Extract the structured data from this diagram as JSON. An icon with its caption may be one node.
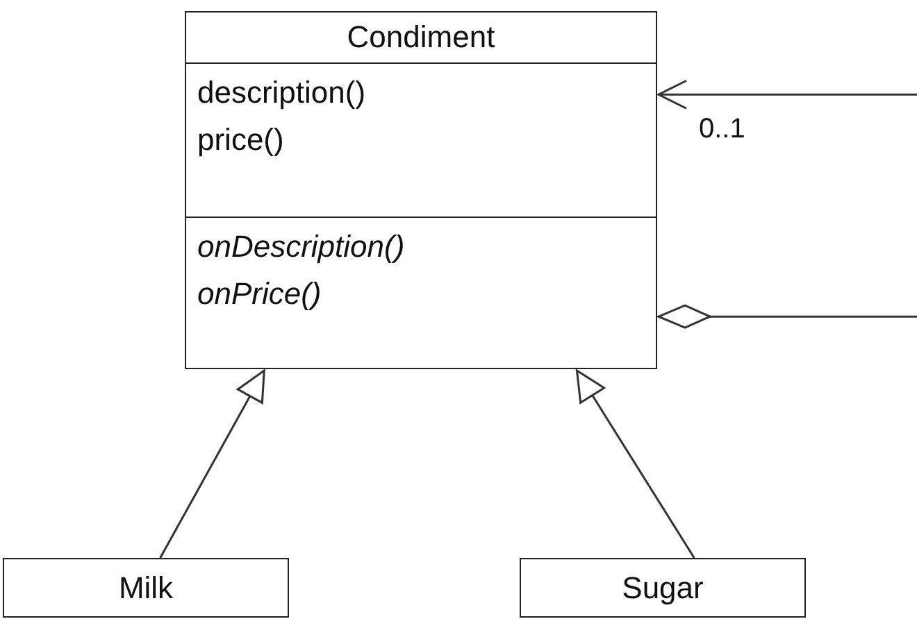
{
  "diagram": {
    "nodes": [
      {
        "text": [
          "Condiment",
          "description() price()",
          "onDescription() onPrice()"
        ]
      },
      {
        "text": [
          "Milk"
        ]
      },
      {
        "text": [
          "Sugar"
        ]
      }
    ],
    "edges": [
      {
        "from": 1,
        "to": 0,
        "arrow": "to"
      },
      {
        "from": 2,
        "to": 0,
        "arrow": "to"
      },
      {
        "from": null,
        "to": 0,
        "arrow": "to",
        "label": "0..1"
      },
      {
        "from": null,
        "to": 0,
        "arrow": "other"
      }
    ]
  }
}
